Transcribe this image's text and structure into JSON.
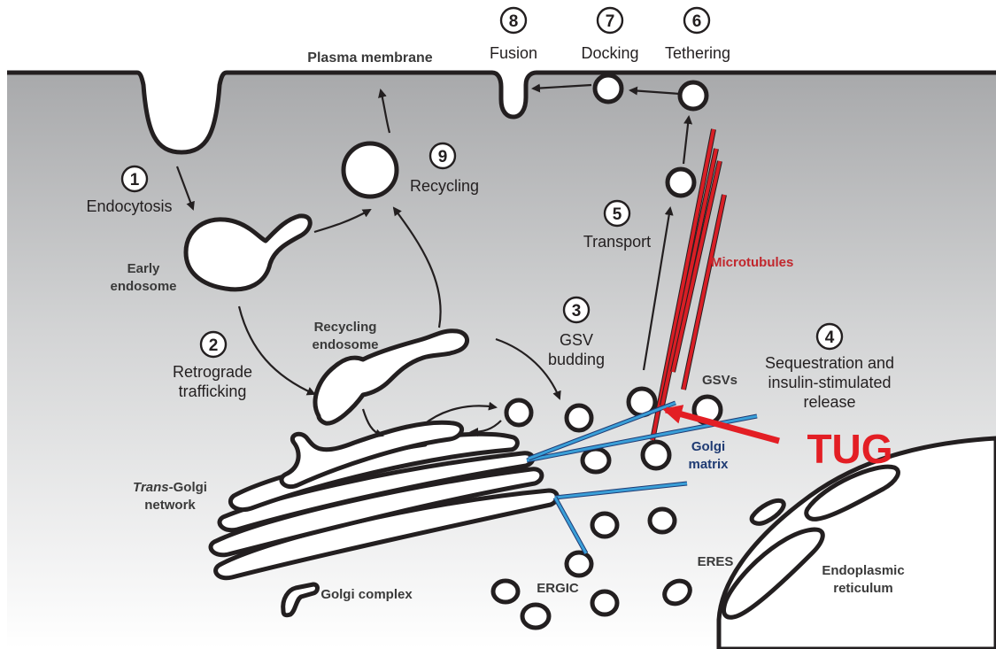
{
  "labels": {
    "plasma_membrane": "Plasma membrane",
    "fusion": "Fusion",
    "docking": "Docking",
    "tethering": "Tethering",
    "endocytosis": "Endocytosis",
    "early_endosome_1": "Early",
    "early_endosome_2": "endosome",
    "recycling": "Recycling",
    "transport": "Transport",
    "microtubules": "Microtubules",
    "recycling_endosome_1": "Recycling",
    "recycling_endosome_2": "endosome",
    "retrograde_1": "Retrograde",
    "retrograde_2": "trafficking",
    "gsv_budding_1": "GSV",
    "gsv_budding_2": "budding",
    "sequestration_1": "Sequestration and",
    "sequestration_2": "insulin-stimulated",
    "sequestration_3": "release",
    "gsvs": "GSVs",
    "golgi_matrix_1": "Golgi",
    "golgi_matrix_2": "matrix",
    "tug": "TUG",
    "trans_golgi_italic": "Trans",
    "trans_golgi_rest": "-Golgi",
    "trans_golgi_2": "network",
    "golgi_complex": "Golgi complex",
    "ergic": "ERGIC",
    "eres": "ERES",
    "er_1": "Endoplasmic",
    "er_2": "reticulum"
  },
  "steps": [
    "1",
    "2",
    "3",
    "4",
    "5",
    "6",
    "7",
    "8",
    "9"
  ],
  "colors": {
    "microtubules": "#d81e25",
    "golgi_matrix_filaments": "#3a9fd8",
    "golgi_matrix_label": "#1f3b73",
    "tug": "#e31e24",
    "cytoplasm_top": "#a9aaac",
    "cytoplasm_bottom": "#ffffff",
    "outline": "#231f20"
  }
}
